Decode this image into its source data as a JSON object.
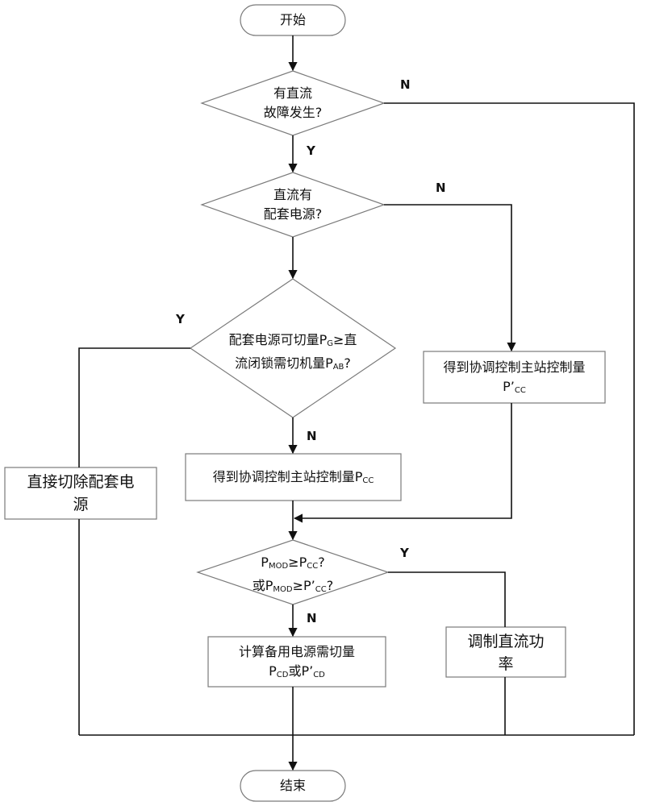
{
  "nodes": {
    "start": "开始",
    "fault_q": [
      "有直流",
      "故障发生?"
    ],
    "supply_q": [
      "直流有",
      "配套电源?"
    ],
    "cut_q": {
      "l1_pre": "配套电源可切量P",
      "l1_sub": "G",
      "l1_post": "≥直",
      "l2_pre": "流闭锁需切机量P",
      "l2_sub": "AB",
      "l2_post": "?"
    },
    "get_pcc": {
      "pre": "得到协调控制主站控制量P",
      "sub": "CC"
    },
    "get_pcc2": {
      "l1": "得到协调控制主站控制量",
      "l2_pre": "P’",
      "l2_sub": "CC"
    },
    "direct_cut": [
      "直接切除配套电",
      "源"
    ],
    "pmod_q": {
      "l1_pre": "P",
      "l1_sub1": "MOD",
      "l1_mid": "≥P",
      "l1_sub2": "CC",
      "l1_post": "?",
      "l2_pre": "或P",
      "l2_sub1": "MOD",
      "l2_mid": "≥P’",
      "l2_sub2": "CC",
      "l2_post": "?"
    },
    "calc": {
      "l1": "计算备用电源需切量",
      "l2_pre": "P",
      "l2_sub1": "CD",
      "l2_mid": "或P’",
      "l2_sub2": "CD"
    },
    "modulate": [
      "调制直流功",
      "率"
    ],
    "end": "结束"
  },
  "branches": {
    "fault_no": "N",
    "fault_yes": "Y",
    "supply_no": "N",
    "cut_yes": "Y",
    "cut_no": "N",
    "pmod_yes": "Y",
    "pmod_no": "N"
  }
}
